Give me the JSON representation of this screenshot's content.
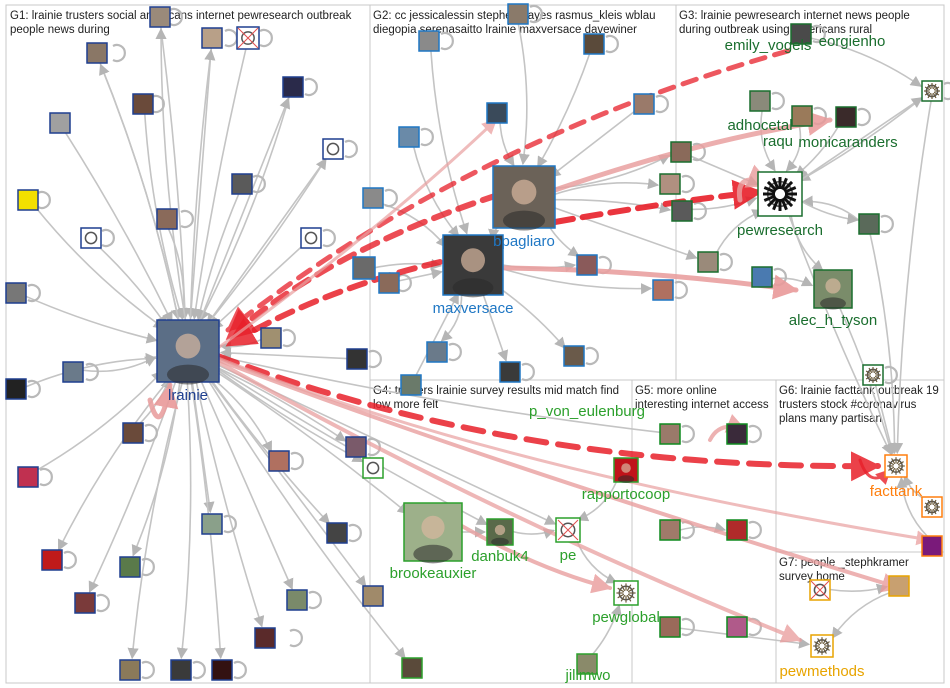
{
  "groups": [
    {
      "id": "G1",
      "text": "G1: lrainie trusters social americans internet pewresearch outbreak",
      "text2": "people news during",
      "color": "#1f3f8f"
    },
    {
      "id": "G2",
      "text": "G2: cc jessicalessin stephenfhayes rasmus_kleis wblau",
      "text2": "diegopia serenasaitto lrainie maxversace davewiner",
      "color": "#1f77c4"
    },
    {
      "id": "G3",
      "text": "G3: lrainie pewresearch internet news people",
      "text2": "during outbreak using americans rural",
      "color": "#1a6e2e"
    },
    {
      "id": "G4",
      "text": "G4: trusters lrainie survey results mid match find",
      "text2": "low more felt",
      "color": "#2ca02c"
    },
    {
      "id": "G5",
      "text": "G5: more online",
      "text2": "interesting internet access",
      "color": "#0f8a1f"
    },
    {
      "id": "G6",
      "text": "G6: lrainie facttank outbreak 19",
      "text2": "trusters stock #coronavirus",
      "text3": "plans many partisan",
      "color": "#ff7f0e"
    },
    {
      "id": "G7",
      "text": "G7: people _stephkramer",
      "text2": "survey home",
      "color": "#e8a400"
    }
  ],
  "labels": {
    "lrainie": "lrainie",
    "maxversace": "maxversace",
    "bpagliaro": "bpagliaro",
    "pewresearch": "pewresearch",
    "alec_h_tyson": "alec_h_tyson",
    "emily_vogels": "emily_vogels",
    "eorgienho": "eorgienho",
    "adhocetal": "adhocetal",
    "raqu": "raqu",
    "monicaranders": "monicaranders",
    "p_von_eulenburg": "p_von_eulenburg",
    "rapportocoop": "rapportocoop",
    "brookeauxier": "brookeauxier",
    "danbuk4": "danbuk4",
    "pe": "pe",
    "pewglobal": "pewglobal",
    "jillmwo": "jillmwo",
    "facttank": "facttank",
    "pewmethods": "pewmethods"
  },
  "colors": {
    "edge_gray": "#c4c4c4",
    "edge_red": "#e8202a",
    "edge_pink": "#e9a0a0",
    "g1_label": "#1f3f8f",
    "g2_label": "#1f77c4",
    "g3_label": "#1a6e2e",
    "g4_label": "#2ca02c",
    "g6_label": "#ff7f0e",
    "g7_label": "#e8a400"
  }
}
